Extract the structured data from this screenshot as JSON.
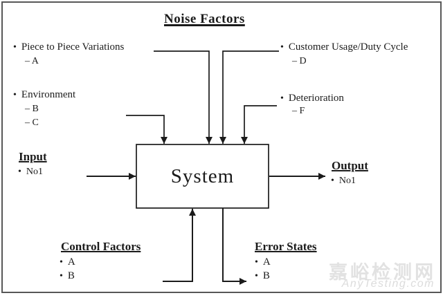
{
  "glyphs": {
    "bullet": "•"
  },
  "title": "Noise Factors",
  "noise": {
    "piece": {
      "label": "Piece to Piece Variations",
      "subs": [
        "– A"
      ]
    },
    "environment": {
      "label": "Environment",
      "subs": [
        "– B",
        "– C"
      ]
    },
    "customer": {
      "label": "Customer Usage/Duty Cycle",
      "subs": [
        "– D"
      ]
    },
    "deterioration": {
      "label": "Deterioration",
      "subs": [
        "– F"
      ]
    }
  },
  "input": {
    "title": "Input",
    "item": "No1"
  },
  "output": {
    "title": "Output",
    "item": "No1"
  },
  "system": {
    "label": "System"
  },
  "control": {
    "title": "Control Factors",
    "items": [
      "A",
      "B"
    ]
  },
  "error": {
    "title": "Error States",
    "items": [
      "A",
      "B"
    ]
  },
  "watermark": {
    "cn": "嘉峪检测网",
    "en": "AnyTesting.com"
  },
  "colors": {
    "line": "#1b1b1b",
    "border": "#575757",
    "watermark": "#e0e0e0"
  }
}
